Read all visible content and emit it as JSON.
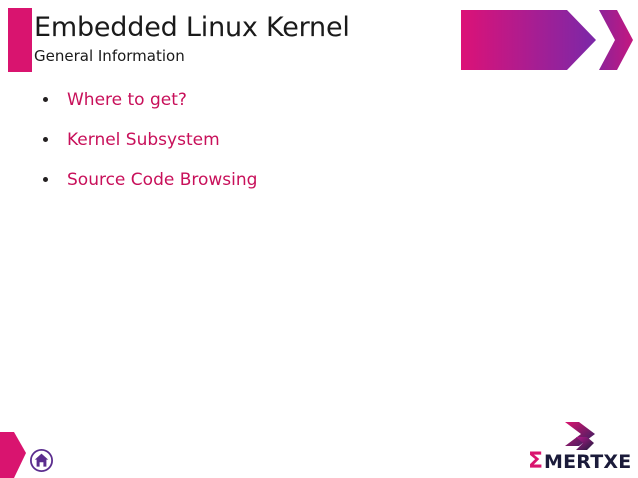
{
  "slide": {
    "title": "Embedded Linux Kernel",
    "subtitle": "General Information",
    "title_color": "#1a1a1a",
    "accent_bar_color": "#d9146f"
  },
  "header_graphic": {
    "icon_name": "chevron-banner-graphic",
    "gradient_from": "#dc1277",
    "gradient_to": "#7b28a8"
  },
  "bullets": [
    {
      "label": "Where to get?"
    },
    {
      "label": "Kernel Subsystem"
    },
    {
      "label": "Source Code Browsing"
    }
  ],
  "bullet_text_color": "#c8105a",
  "bullet_dot_color": "#231f20",
  "footer": {
    "home_icon_name": "home-icon",
    "home_icon_color": "#5b2d8e",
    "left_arrow_color": "#d9146f",
    "brand": {
      "sigma": "Σ",
      "name": "MERTXE",
      "sigma_color": "#d9146f",
      "name_color": "#1b1b3a",
      "chevron_from": "#d9146f",
      "chevron_to": "#1b1b3a"
    }
  }
}
